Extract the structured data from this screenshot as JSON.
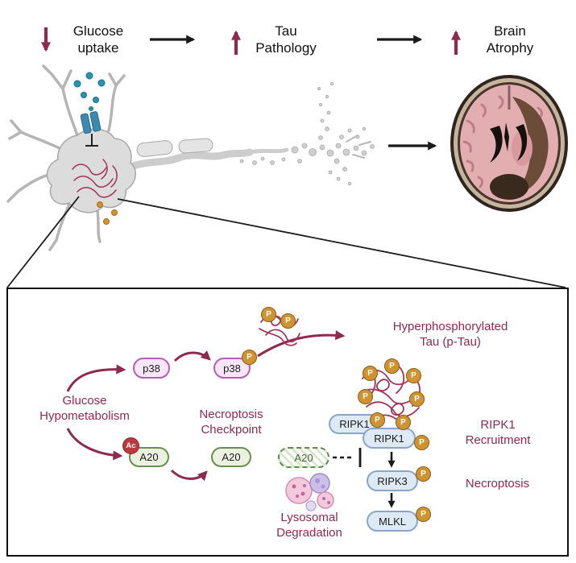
{
  "figure": {
    "top_flow": {
      "glucose_uptake": "Glucose\nuptake",
      "tau_pathology": "Tau\nPathology",
      "brain_atrophy": "Brain\nAtrophy"
    },
    "pathway": {
      "glucose_hypometabolism": "Glucose\nHypometabolism",
      "p38_label": "p38",
      "hyperphosphorylated_tau": "Hyperphosphorylated\nTau (p-Tau)",
      "necroptosis_checkpoint": "Necroptosis\nCheckpoint",
      "a20_label": "A20",
      "lysosomal_degradation": "Lysosomal\nDegradation",
      "ripk1_label": "RIPK1",
      "ripk1_recruitment": "RIPK1\nRecruitment",
      "ripk3_label": "RIPK3",
      "mlkl_label": "MLKL",
      "necroptosis": "Necroptosis"
    },
    "badges": {
      "phosphate": "P",
      "acetyl": "Ac"
    },
    "colors": {
      "maroon_text": "#8e2a4d",
      "arrow_black": "#1a1a1a",
      "phosphate_fill": "#cf9430",
      "acetyl_fill": "#bb3a3e",
      "p38_border": "#b95cb4",
      "a20_border": "#688f4e",
      "ripk_border": "#87a6c8"
    }
  }
}
